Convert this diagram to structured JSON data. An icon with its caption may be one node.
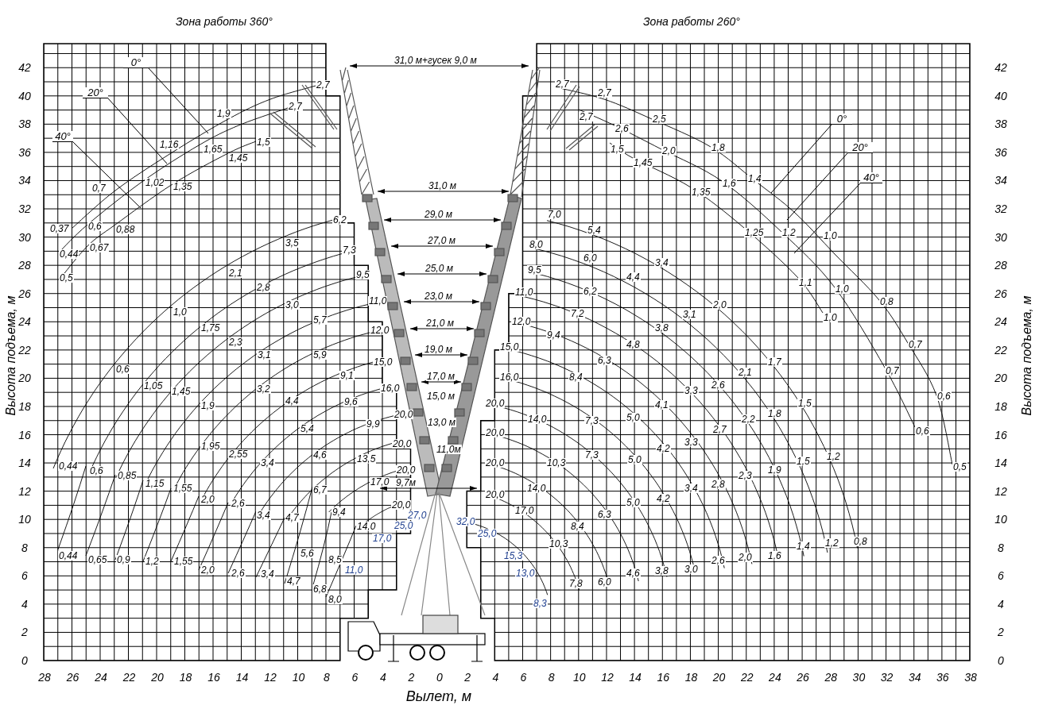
{
  "diagram": {
    "nodes": [
      {
        "text": [
          "0°"
        ]
      },
      {
        "text": [
          "20°"
        ]
      },
      {
        "text": [
          "40°"
        ]
      },
      {
        "text": [
          "0°"
        ]
      },
      {
        "text": [
          "20°"
        ]
      },
      {
        "text": [
          "40°"
        ]
      }
    ],
    "edges": [
      {
        "from": 0,
        "to": null,
        "arrow": "none"
      },
      {
        "from": 1,
        "to": null,
        "arrow": "none"
      },
      {
        "from": 2,
        "to": null,
        "arrow": "none"
      },
      {
        "from": 3,
        "to": null,
        "arrow": "none"
      },
      {
        "from": 4,
        "to": null,
        "arrow": "none"
      },
      {
        "from": 5,
        "to": null,
        "arrow": "none"
      }
    ],
    "labels": [
      "Зона работы 360°",
      "Зона работы 260°",
      "31,0 м+гусек 9,0 м",
      "31,0 м",
      "29,0 м",
      "27,0 м",
      "25,0 м",
      "23,0 м",
      "21,0 м",
      "19,0 м",
      "17,0 м",
      "15,0 м",
      "13,0 м",
      "11,0м",
      "9,7м",
      "2,7",
      "2,7",
      "1,9",
      "1,16",
      "1,65",
      "1,5",
      "1,45",
      "0,7",
      "1,02",
      "1,35",
      "0,37",
      "0,6",
      "0,88",
      "0,44",
      "0,67",
      "0,5",
      "6,2",
      "3,5",
      "7,3",
      "2,1",
      "2,8",
      "9,5",
      "3,0",
      "11,0",
      "1,0",
      "5,7",
      "1,75",
      "12,0",
      "2,3",
      "3,1",
      "5,9",
      "15,0",
      "0,6",
      "9,1",
      "1,05",
      "16,0",
      "1,45",
      "3,2",
      "4,4",
      "9,6",
      "1,9",
      "20,0",
      "9,9",
      "5,4",
      "20,0",
      "1,95",
      "2,55",
      "4,6",
      "13,5",
      "3,4",
      "0,44",
      "0,6",
      "20,0",
      "0,85",
      "1,15",
      "17,0",
      "1,55",
      "6,7",
      "2,0",
      "2,6",
      "20,0",
      "9,4",
      "3,4",
      "27,0",
      "4,7",
      "25,0",
      "14,0",
      "17,0",
      "5,6",
      "0,44",
      "0,65",
      "0,9",
      "1,2",
      "1,55",
      "8,5",
      "2,0",
      "11,0",
      "2,6",
      "3,4",
      "4,7",
      "6,8",
      "8,0",
      "2,7",
      "2,7",
      "2,7",
      "2,5",
      "2,6",
      "1,5",
      "1,8",
      "2,0",
      "1,45",
      "1,4",
      "1,6",
      "1,35",
      "7,0",
      "5,4",
      "1,25",
      "1,2",
      "1,0",
      "8,0",
      "6,0",
      "3,4",
      "9,5",
      "4,4",
      "1,1",
      "1,0",
      "6,2",
      "11,0",
      "0,8",
      "2,0",
      "7,2",
      "3,1",
      "1,0",
      "12,0",
      "3,8",
      "9,4",
      "4,8",
      "0,7",
      "15,0",
      "6,3",
      "1,7",
      "0,7",
      "2,1",
      "16,0",
      "8,4",
      "2,6",
      "3,3",
      "0,6",
      "20,0",
      "1,5",
      "4,1",
      "1,8",
      "5,0",
      "14,0",
      "7,3",
      "2,2",
      "2,7",
      "0,6",
      "20,0",
      "3,3",
      "4,2",
      "7,3",
      "1,2",
      "5,0",
      "1,5",
      "10,3",
      "20,0",
      "0,5",
      "1,9",
      "2,3",
      "2,8",
      "3,4",
      "14,0",
      "20,0",
      "4,2",
      "5,0",
      "17,0",
      "6,3",
      "32,0",
      "8,4",
      "25,0",
      "0,8",
      "1,2",
      "10,3",
      "1,4",
      "15,3",
      "1,6",
      "2,0",
      "2,6",
      "3,0",
      "3,8",
      "4,6",
      "13,0",
      "6,0",
      "7,8",
      "8,3",
      "0",
      "2",
      "4",
      "6",
      "8",
      "10",
      "12",
      "14",
      "16",
      "18",
      "20",
      "22",
      "24",
      "26",
      "28",
      "30",
      "32",
      "34",
      "36",
      "38",
      "40",
      "42",
      "0",
      "2",
      "4",
      "6",
      "8",
      "10",
      "12",
      "14",
      "16",
      "18",
      "20",
      "22",
      "24",
      "26",
      "28",
      "30",
      "32",
      "34",
      "36",
      "38",
      "40",
      "42",
      "28",
      "26",
      "24",
      "22",
      "20",
      "18",
      "16",
      "14",
      "12",
      "10",
      "8",
      "6",
      "4",
      "2",
      "0",
      "2",
      "4",
      "6",
      "8",
      "10",
      "12",
      "14",
      "16",
      "18",
      "20",
      "22",
      "24",
      "26",
      "28",
      "30",
      "32",
      "34",
      "36",
      "38",
      "Высота подъема, м",
      "Высота подъема, м",
      "Вылет, м"
    ]
  }
}
